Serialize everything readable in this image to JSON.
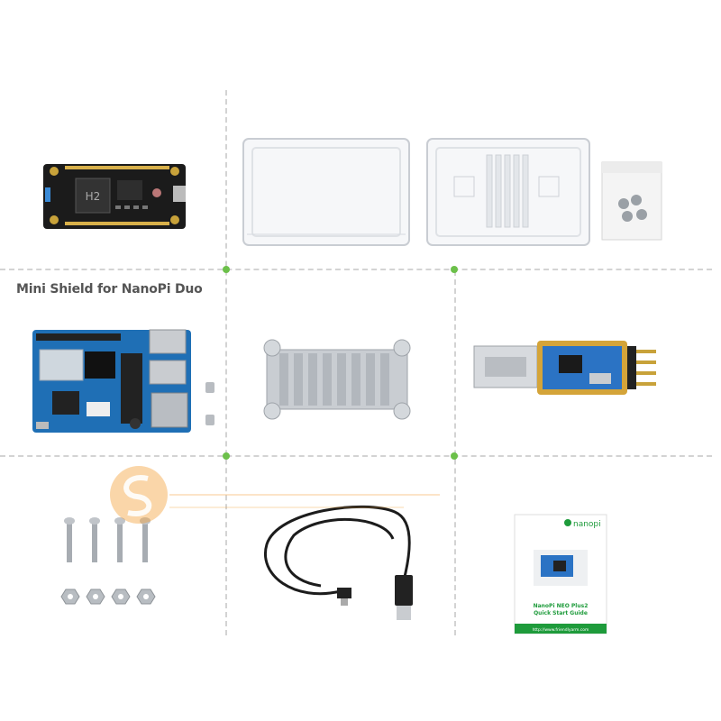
{
  "section_title": "Mini Shield for NanoPi Duo",
  "board_chip_label": "H2",
  "guide": {
    "brand": "nanopi",
    "title_line1": "NanoPi NEO Plus2",
    "title_line2": "Quick Start Guide",
    "url": "http://www.friendlyarm.com"
  },
  "colors": {
    "grid_line": "#d3d3d3",
    "grid_dot": "#6cc04a",
    "shield_pcb": "#1f6fb5",
    "guide_green": "#1e9b3b",
    "watermark": "#f29a2e"
  }
}
